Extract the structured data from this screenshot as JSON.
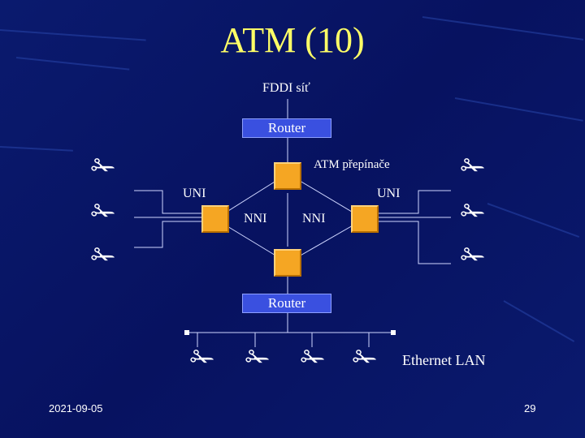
{
  "slide": {
    "title": "ATM (10)",
    "fddi_label": "FDDI síť",
    "router_top": "Router",
    "router_bottom": "Router",
    "atm_switches_label": "ATM přepínače",
    "uni_left": "UNI",
    "uni_right": "UNI",
    "nni_left": "NNI",
    "nni_right": "NNI",
    "ethernet_label": "Ethernet LAN",
    "date": "2021-09-05",
    "page_number": "29"
  },
  "icons": {
    "host": "scissors-icon"
  },
  "colors": {
    "background": "#0a1a6e",
    "title": "#ffff66",
    "router": "#3a50e0",
    "switch": "#f5a623"
  }
}
